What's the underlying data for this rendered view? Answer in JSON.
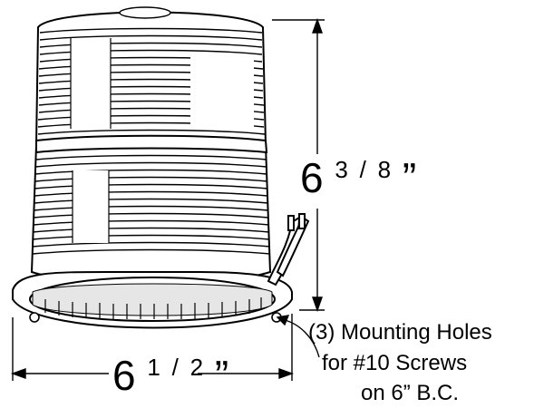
{
  "dimensions": {
    "height": {
      "whole": "6",
      "num": "3",
      "den": "8",
      "unit": "”"
    },
    "width": {
      "whole": "6",
      "num": "1",
      "den": "2",
      "unit": "”"
    }
  },
  "callout": {
    "line1": "(3) Mounting Holes",
    "line2": "for #10 Screws",
    "line3": "on 6” B.C."
  }
}
